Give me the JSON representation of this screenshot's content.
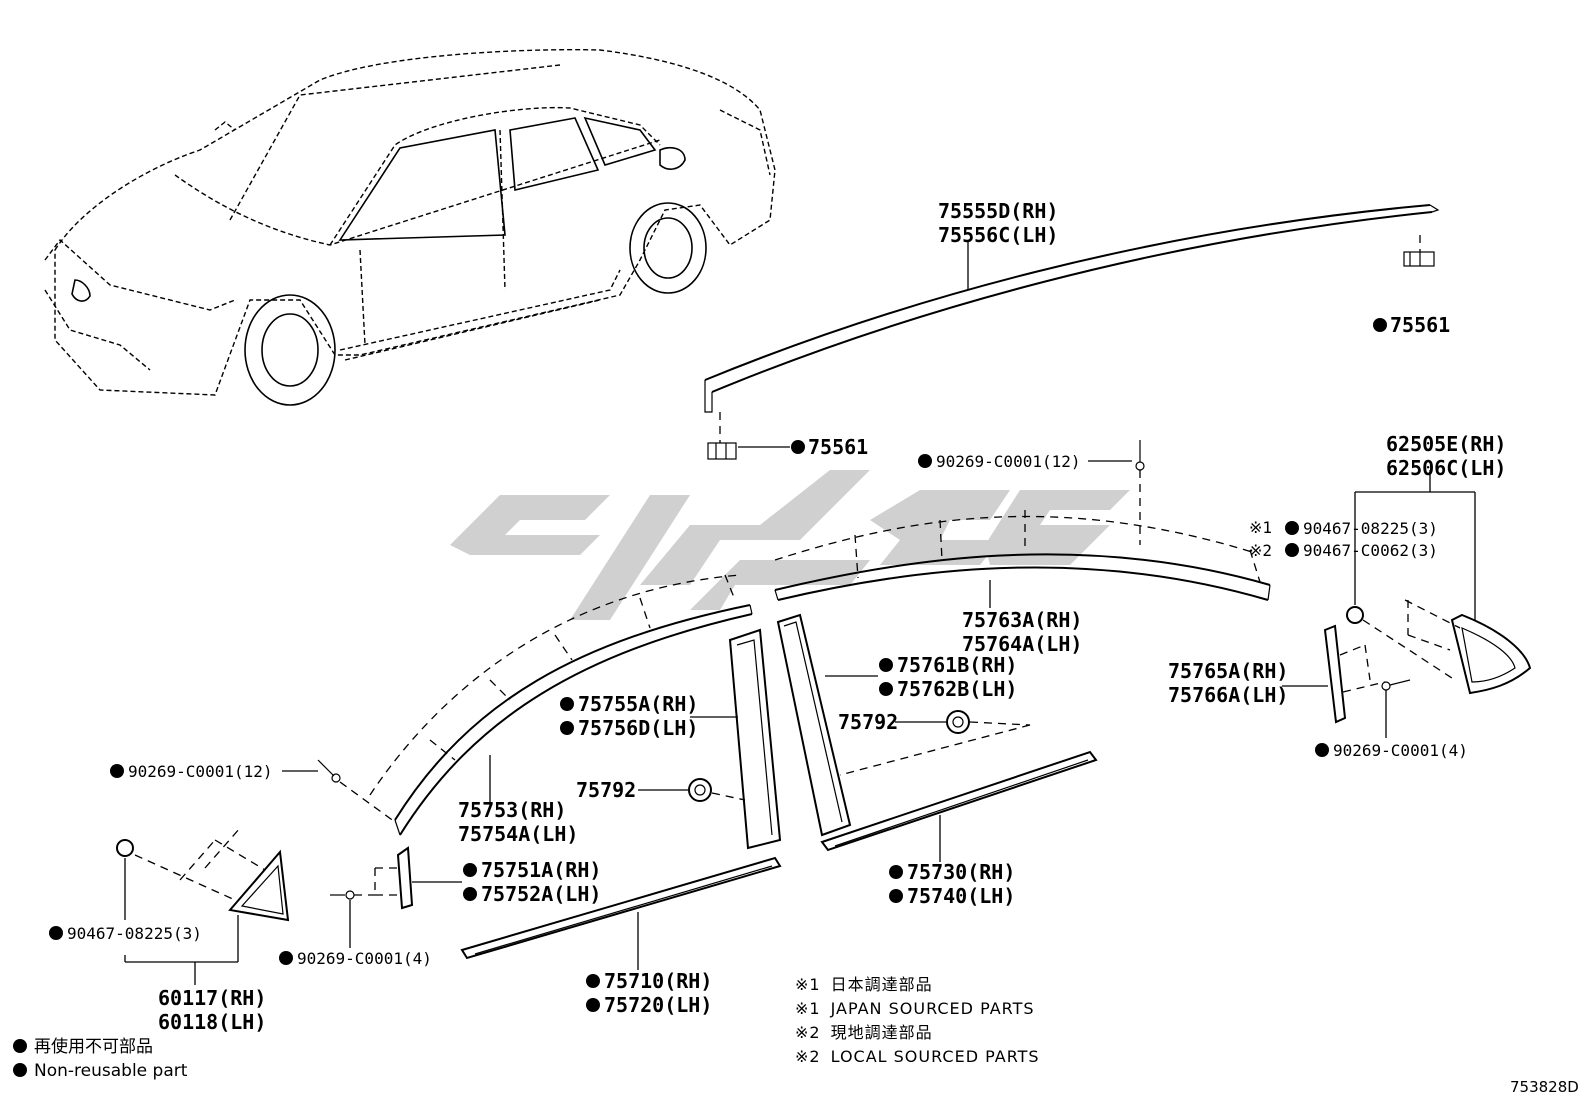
{
  "diagram": {
    "figure_id": "753828D",
    "watermark": {
      "color": "#c8c8c8"
    },
    "legend": [
      {
        "text": "再使用不可部品"
      },
      {
        "text": "Non-reusable part"
      }
    ],
    "notes": [
      {
        "mark": "※1",
        "text": "日本調達部品"
      },
      {
        "mark": "※1",
        "text": "JAPAN SOURCED PARTS"
      },
      {
        "mark": "※2",
        "text": "現地調達部品"
      },
      {
        "mark": "※2",
        "text": "LOCAL SOURCED PARTS"
      }
    ],
    "labels": {
      "l75555d": "75555D(RH)",
      "l75556c": "75556C(LH)",
      "l75561a": "75561",
      "l75561b": "75561",
      "l90269a": "90269-C0001(12)",
      "l90269b": "90269-C0001(12)",
      "l90269c": "90269-C0001(4)",
      "l90269d": "90269-C0001(4)",
      "l62505e": "62505E(RH)",
      "l62506c": "62506C(LH)",
      "m1": "※1",
      "m2": "※2",
      "l90467a": "90467-08225(3)",
      "l90467b": "90467-C0062(3)",
      "l90467c": "90467-08225(3)",
      "l75763a": "75763A(RH)",
      "l75764a": "75764A(LH)",
      "l75761b": "75761B(RH)",
      "l75762b": "75762B(LH)",
      "l75765a": "75765A(RH)",
      "l75766a": "75766A(LH)",
      "l75755a": "75755A(RH)",
      "l75756d": "75756D(LH)",
      "l75792a": "75792",
      "l75792b": "75792",
      "l75753": "75753(RH)",
      "l75754a": "75754A(LH)",
      "l75751a": "75751A(RH)",
      "l75752a": "75752A(LH)",
      "l75730": "75730(RH)",
      "l75740": "75740(LH)",
      "l75710": "75710(RH)",
      "l75720": "75720(LH)",
      "l60117": "60117(RH)",
      "l60118": "60118(LH)"
    }
  }
}
